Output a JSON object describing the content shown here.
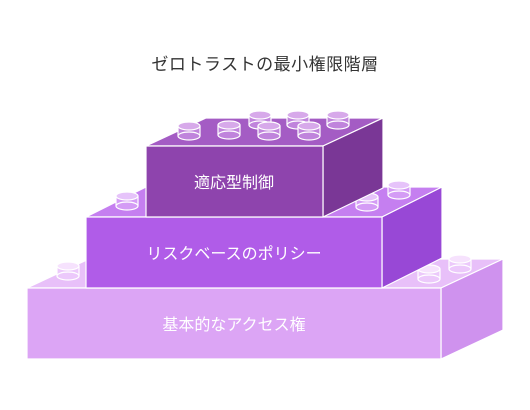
{
  "title": "ゼロトラストの最小権限階層",
  "layers": [
    {
      "label": "適応型制御",
      "colors": {
        "front": "#8e44ad",
        "top": "#a45cc4",
        "side": "#7a3796",
        "stud": "#c084dc",
        "studTop": "#d7a9ea"
      }
    },
    {
      "label": "リスクベースのポリシー",
      "colors": {
        "front": "#b05ce8",
        "top": "#c57ff0",
        "side": "#9848d6",
        "stud": "#d49cf5",
        "studTop": "#e6c3fa"
      }
    },
    {
      "label": "基本的なアクセス権",
      "colors": {
        "front": "#dca5f5",
        "top": "#e8c0f9",
        "side": "#cf92ee",
        "stud": "#ecc9fb",
        "studTop": "#f6e2fd"
      }
    }
  ],
  "colors": {
    "label": "#ffffff",
    "title": "#333333",
    "edge": "#ffffff"
  }
}
